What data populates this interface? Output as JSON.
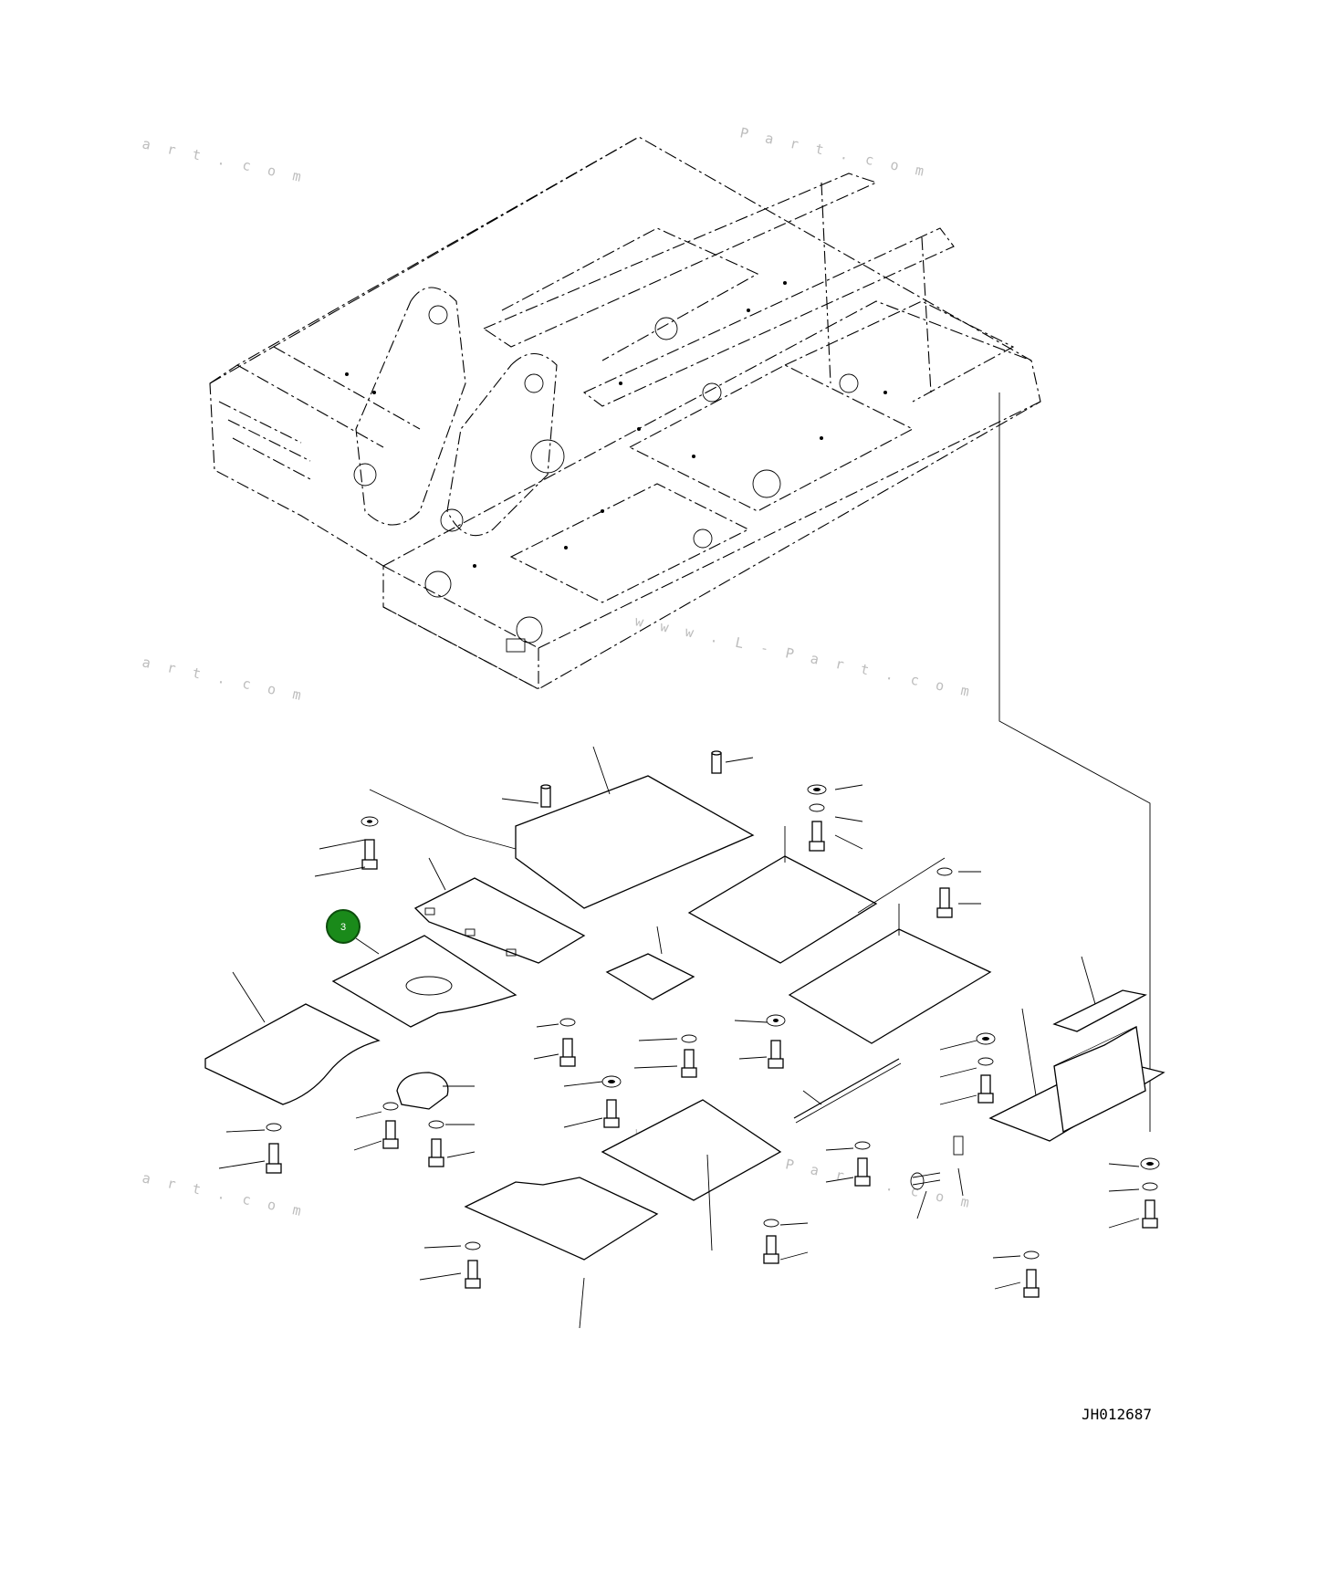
{
  "drawing": {
    "id": "JH012687",
    "highlighted_callout": {
      "number": "3",
      "color": "#1a8a1a"
    },
    "watermarks": [
      "a r t . c o m",
      "P a r t . c o m",
      "a r t . c o m",
      "w w w . L - P a r t . c o m",
      "a r t . c o m",
      "w w w . L - P a r t . c o m"
    ]
  }
}
